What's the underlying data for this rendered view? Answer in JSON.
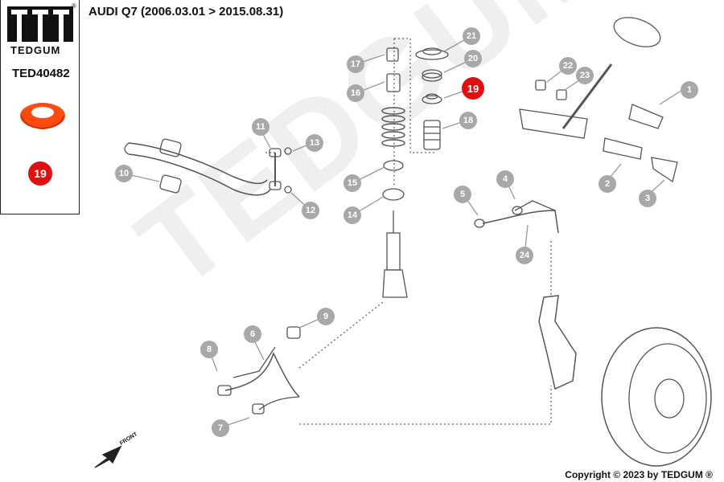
{
  "brand": {
    "name": "TEDGUM",
    "registered_mark": "®",
    "watermark": "TEDGUM"
  },
  "sidebar": {
    "part_number": "TED40482",
    "highlight_number": "19"
  },
  "header": {
    "title": "AUDI Q7 (2006.03.01 > 2015.08.31)"
  },
  "diagram": {
    "front_label": "FRONT",
    "highlight_color": "#e01010",
    "callout_color": "#a8a8a8",
    "callouts": [
      {
        "number": "1"
      },
      {
        "number": "2"
      },
      {
        "number": "3"
      },
      {
        "number": "4"
      },
      {
        "number": "5"
      },
      {
        "number": "6"
      },
      {
        "number": "7"
      },
      {
        "number": "8"
      },
      {
        "number": "9"
      },
      {
        "number": "10"
      },
      {
        "number": "11"
      },
      {
        "number": "12"
      },
      {
        "number": "13"
      },
      {
        "number": "14"
      },
      {
        "number": "15"
      },
      {
        "number": "16"
      },
      {
        "number": "17"
      },
      {
        "number": "18"
      },
      {
        "number": "19"
      },
      {
        "number": "20"
      },
      {
        "number": "21"
      },
      {
        "number": "22"
      },
      {
        "number": "23"
      },
      {
        "number": "24"
      }
    ]
  },
  "footer": {
    "copyright": "Copyright © 2023 by TEDGUM ®"
  }
}
